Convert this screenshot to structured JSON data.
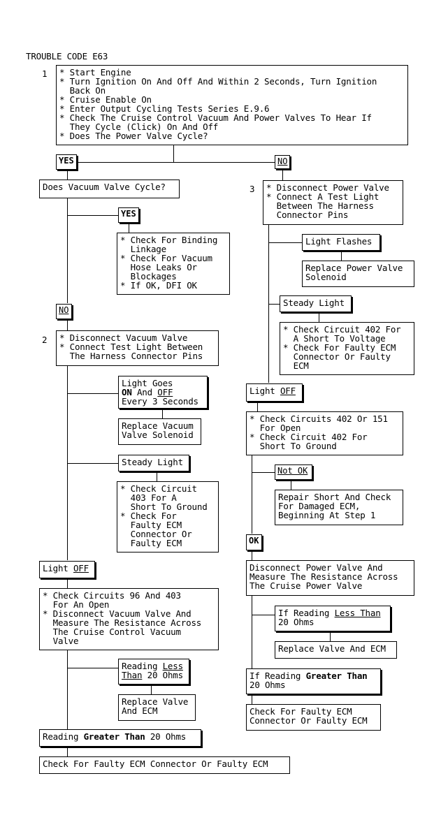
{
  "title": "TROUBLE CODE E63",
  "step1": {
    "num": "1",
    "lines": [
      "* Start Engine",
      "* Turn Ignition On And Off And Within 2 Seconds, Turn Ignition",
      "  Back On",
      "* Cruise Enable On",
      "* Enter Output Cycling Tests Series E.9.6",
      "* Check The Cruise Control Vacuum And Power Valves To Hear If",
      "  They Cycle (Click) On And Off",
      "* Does The Power Valve Cycle?"
    ]
  },
  "yes1": "YES",
  "no1": "NO",
  "vacuum_q": "Does Vacuum Valve Cycle?",
  "yes2": "YES",
  "yes2_box": [
    "* Check For Binding",
    "  Linkage",
    "* Check For Vacuum",
    "  Hose Leaks Or",
    "  Blockages",
    "* If OK, DFI OK"
  ],
  "no2": "NO",
  "step2": {
    "num": "2",
    "lines": [
      "* Disconnect Vacuum Valve",
      "* Connect Test Light Between",
      "  The Harness Connector Pins"
    ]
  },
  "light_goes": {
    "l1": "Light Goes",
    "on": "ON",
    "and": " And ",
    "off": "OFF",
    "l3": "Every 3 Seconds"
  },
  "replace_vac": [
    "Replace Vacuum",
    "Valve Solenoid"
  ],
  "steady_left": "Steady Light",
  "steady_left_box": [
    "* Check Circuit",
    "  403 For A",
    "  Short To Ground",
    "* Check For",
    "  Faulty ECM",
    "  Connector Or",
    "  Faulty ECM"
  ],
  "light_off_left": {
    "pre": "Light ",
    "off": "OFF"
  },
  "check96": [
    "* Check Circuits 96 And 403",
    "  For An Open",
    "* Disconnect Vacuum Valve And",
    "  Measure The Resistance Across",
    "  The Cruise Control Vacuum",
    "  Valve"
  ],
  "reading_less_left": {
    "pre": "Reading ",
    "less": "Less",
    "than": "Than",
    "rest": " 20 Ohms"
  },
  "replace_valve_left": [
    "Replace Valve",
    "And ECM"
  ],
  "reading_greater_left": {
    "pre": "Reading ",
    "greater": "Greater Than",
    "rest": " 20 Ohms"
  },
  "faulty_left": "Check For Faulty ECM Connector Or Faulty ECM",
  "step3": {
    "num": "3",
    "lines": [
      "* Disconnect Power Valve",
      "* Connect A Test Light",
      "  Between The Harness",
      "  Connector Pins"
    ]
  },
  "light_flashes": "Light Flashes",
  "replace_power": [
    "Replace Power Valve",
    "Solenoid"
  ],
  "steady_right": "Steady Light",
  "check402": [
    "* Check Circuit 402 For",
    "  A Short To Voltage",
    "* Check For Faulty ECM",
    "  Connector Or Faulty",
    "  ECM"
  ],
  "light_off_right": {
    "pre": "Light ",
    "off": "OFF"
  },
  "check402_151": [
    "* Check Circuits 402 Or 151",
    "  For Open",
    "* Check Circuit 402 For",
    "  Short To Ground"
  ],
  "not_ok": "Not OK",
  "repair": [
    "Repair Short And Check",
    "For Damaged ECM,",
    "Beginning At Step 1"
  ],
  "ok": "OK",
  "disconnect_power": [
    "Disconnect Power Valve And",
    "Measure The Resistance Across",
    "The Cruise Power Valve"
  ],
  "reading_less_right": {
    "pre": "If Reading ",
    "less": "Less Than",
    "rest": "20 Ohms"
  },
  "replace_valve_right": "Replace Valve And ECM",
  "reading_greater_right": {
    "pre": "If Reading ",
    "greater": "Greater Than",
    "rest": "20 Ohms"
  },
  "faulty_right": [
    "Check For Faulty ECM",
    "Connector Or Faulty ECM"
  ]
}
